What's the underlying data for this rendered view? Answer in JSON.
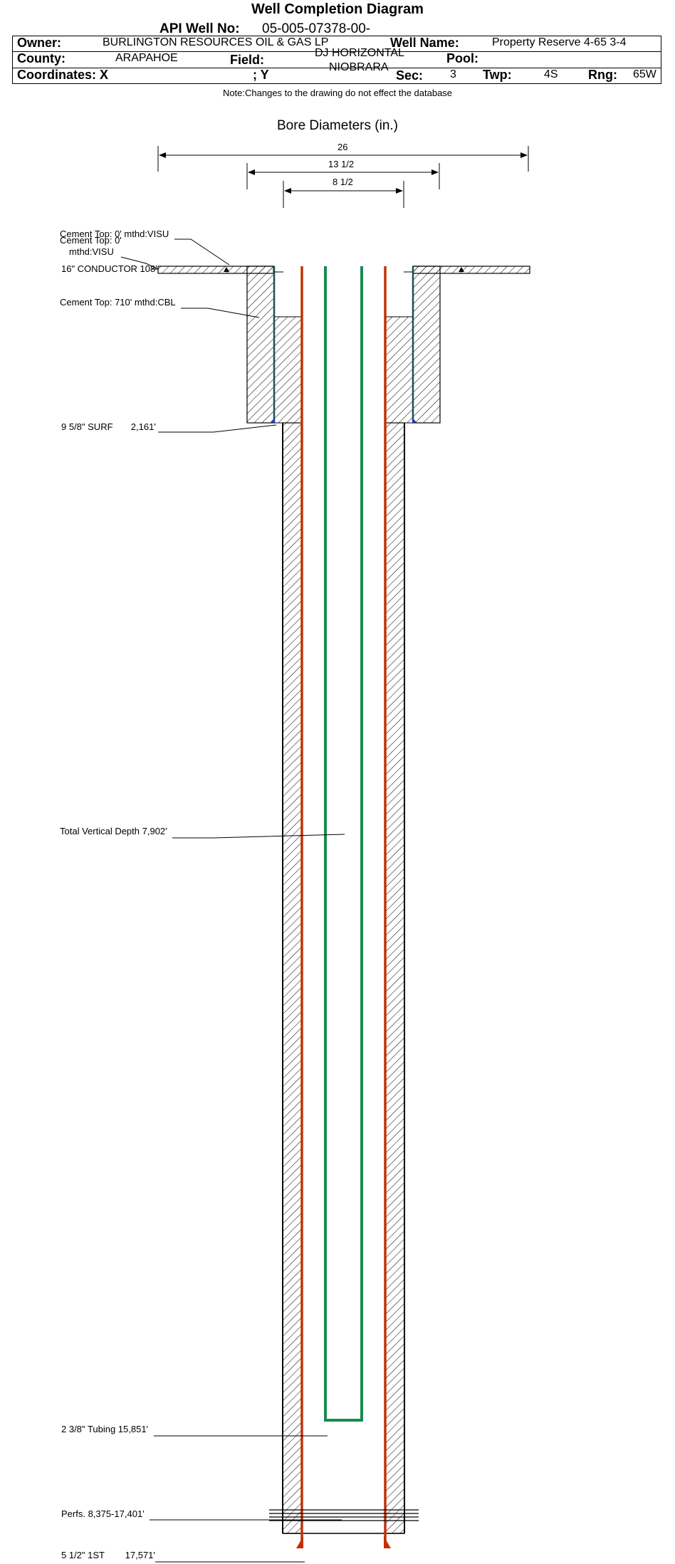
{
  "title": "Well Completion Diagram",
  "api": {
    "label": "API Well No:",
    "value": "05-005-07378-00-"
  },
  "header": {
    "owner_label": "Owner:",
    "owner_value": "BURLINGTON RESOURCES OIL & GAS LP",
    "well_name_label": "Well Name:",
    "well_name_value": "Property Reserve 4-65 3-4",
    "county_label": "County:",
    "county_value": "ARAPAHOE",
    "field_label": "Field:",
    "field_value_line1": "DJ HORIZONTAL",
    "field_value_line2": "NIOBRARA",
    "pool_label": "Pool:",
    "coords_label": "Coordinates: X",
    "coords_y_label": "; Y",
    "sec_label": "Sec:",
    "sec_value": "3",
    "twp_label": "Twp:",
    "twp_value": "4S",
    "rng_label": "Rng:",
    "rng_value": "65W"
  },
  "note": "Note:Changes to the drawing do not effect the database",
  "bore": {
    "title": "Bore Diameters (in.)",
    "dims": [
      "26",
      "13 1/2",
      "8 1/2"
    ]
  },
  "annotations": {
    "cement_top_1": "Cement Top: 0' mthd:VISU",
    "cement_top_2a": "Cement Top: 0'",
    "cement_top_2b": "mthd:VISU",
    "conductor": "16\" CONDUCTOR  108'",
    "cement_top_3": "Cement Top: 710' mthd:CBL",
    "surf": "9 5/8\" SURF       2,161'",
    "tvd": "Total Vertical Depth 7,902'",
    "tubing": "2 3/8\" Tubing 15,851'",
    "perfs": "Perfs. 8,375-17,401'",
    "production": "5 1/2\" 1ST        17,571'"
  },
  "colors": {
    "casing_red": "#c0320a",
    "tubing_green": "#1a8a50",
    "surface_casing": "#1f4f5a",
    "shoe_blue": "#1a3fb0"
  }
}
